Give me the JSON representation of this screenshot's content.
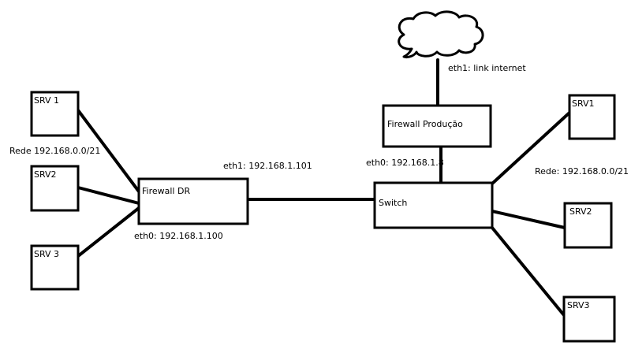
{
  "left_site": {
    "servers": [
      {
        "label": "SRV 1"
      },
      {
        "label": "SRV2"
      },
      {
        "label": "SRV 3"
      }
    ],
    "network_label": "Rede 192.168.0.0/21",
    "firewall": {
      "label": "Firewall DR"
    },
    "eth1_label": "eth1: 192.168.1.101",
    "eth0_label": "eth0: 192.168.1.100"
  },
  "right_site": {
    "cloud": {
      "icon": "cloud-icon"
    },
    "internet_label": "eth1: link internet",
    "firewall": {
      "label": "Firewall Produção"
    },
    "eth0_label": "eth0: 192.168.1.8",
    "switch": {
      "label": "Switch"
    },
    "network_label": "Rede: 192.168.0.0/21",
    "servers": [
      {
        "label": "SRV1"
      },
      {
        "label": "SRV2"
      },
      {
        "label": "SRV3"
      }
    ]
  },
  "colors": {
    "stroke": "#000000",
    "background": "#ffffff"
  }
}
